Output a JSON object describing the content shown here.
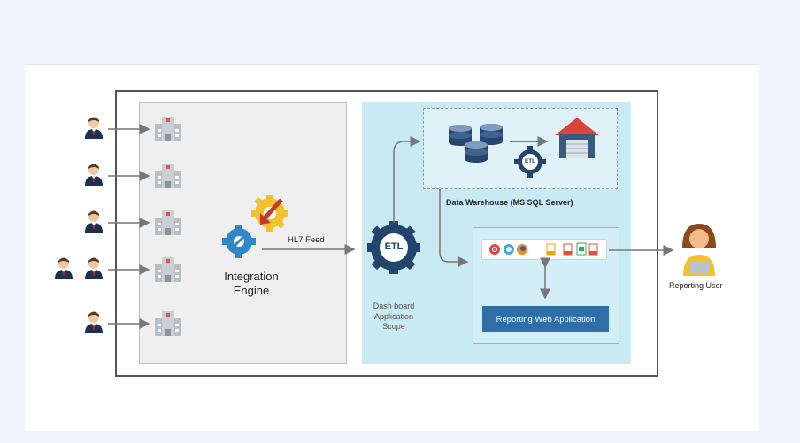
{
  "diagram": {
    "integration_engine": "Integration\nEngine",
    "hl7_feed": "HL7 Feed",
    "etl_main": "ETL",
    "etl_small": "ETL",
    "dashboard_scope": "Dash board\nApplication\nScope",
    "data_warehouse": "Data Warehouse (MS SQL Server)",
    "reporting_web_app": "Reporting Web Application",
    "reporting_user": "Reporting User"
  },
  "colors": {
    "right_panel": "#c9e9f3",
    "left_panel": "#efefef",
    "button": "#2f6fa8",
    "gear_blue": "#2f86c9",
    "gear_yellow": "#f2c12e",
    "etl_gear": "#22456a",
    "arrow": "#777777",
    "user_skin": "#f5b98a"
  },
  "icons": [
    "person-icon",
    "hospital-icon",
    "gear-icon",
    "database-icon",
    "warehouse-icon",
    "browser-icon",
    "document-icon"
  ]
}
